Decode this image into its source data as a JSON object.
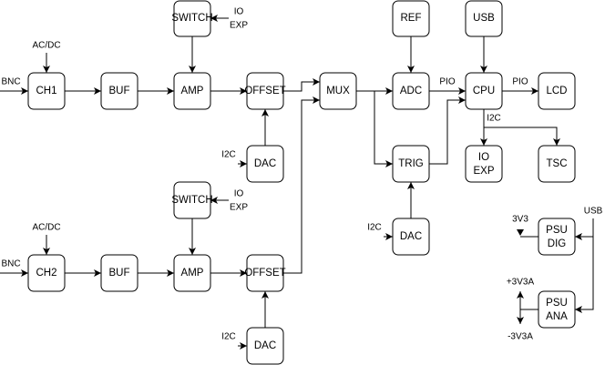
{
  "top_channel": {
    "input_label": "BNC",
    "coupling_label": "AC/DC",
    "ch": "CH1",
    "buf": "BUF",
    "amp": "AMP",
    "offset": "OFFSET",
    "switch": "SWITCH",
    "switch_ctrl": [
      "IO",
      "EXP"
    ],
    "dac": "DAC",
    "dac_bus": "I2C"
  },
  "bottom_channel": {
    "input_label": "BNC",
    "coupling_label": "AC/DC",
    "ch": "CH2",
    "buf": "BUF",
    "amp": "AMP",
    "offset": "OFFSET",
    "switch": "SWITCH",
    "switch_ctrl": [
      "IO",
      "EXP"
    ],
    "dac": "DAC",
    "dac_bus": "I2C"
  },
  "digital": {
    "mux": "MUX",
    "adc": "ADC",
    "ref": "REF",
    "cpu": "CPU",
    "usb": "USB",
    "lcd": "LCD",
    "adc_cpu_bus": "PIO",
    "cpu_lcd_bus": "PIO",
    "cpu_bus": "I2C",
    "io_exp": [
      "IO",
      "EXP"
    ],
    "tsc": "TSC",
    "trig": "TRIG",
    "trig_dac": "DAC",
    "trig_dac_bus": "I2C"
  },
  "power": {
    "usb_label": "USB",
    "psu_dig": [
      "PSU",
      "DIG"
    ],
    "psu_ana": [
      "PSU",
      "ANA"
    ],
    "dig_out": "3V3",
    "ana_pos": "+3V3A",
    "ana_neg": "-3V3A"
  }
}
